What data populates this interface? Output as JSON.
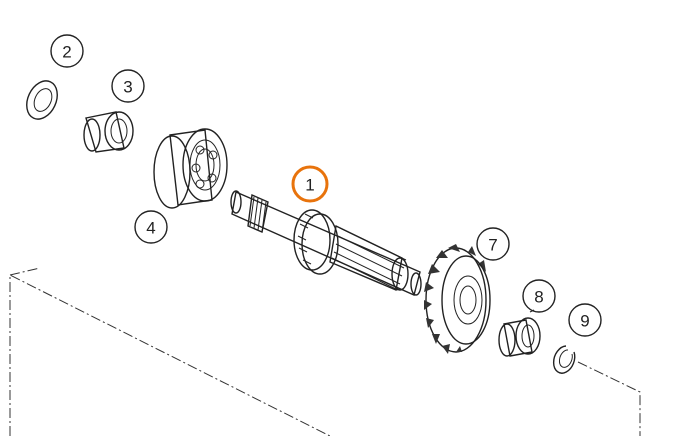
{
  "diagram": {
    "callouts": [
      {
        "id": "c2",
        "label": "2"
      },
      {
        "id": "c3",
        "label": "3"
      },
      {
        "id": "c4",
        "label": "4"
      },
      {
        "id": "c1",
        "label": "1"
      },
      {
        "id": "c7",
        "label": "7"
      },
      {
        "id": "c8",
        "label": "8"
      },
      {
        "id": "c9",
        "label": "9"
      }
    ],
    "highlight_color": "#E8730C",
    "line_color": "#222222"
  }
}
